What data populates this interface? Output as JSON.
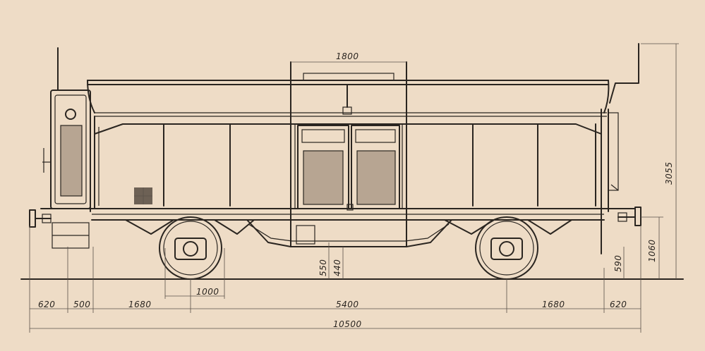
{
  "drawing": {
    "subject": "railway-wagon-side-elevation",
    "dimensions": {
      "top_door_width": "1800",
      "height_total": "3055",
      "buffer_height": "1060",
      "step_height_right": "590",
      "frame_depth_a": "550",
      "frame_depth_b": "440",
      "wheel_diameter": "1000",
      "end_overhang_left": "620",
      "step_left": "500",
      "axle_to_frame_left": "1680",
      "wheelbase": "5400",
      "axle_to_frame_right": "1680",
      "end_overhang_right": "620",
      "length_over_buffers": "10500"
    }
  },
  "colors": {
    "paper": "#eedcc6",
    "ink": "#2a2520"
  }
}
